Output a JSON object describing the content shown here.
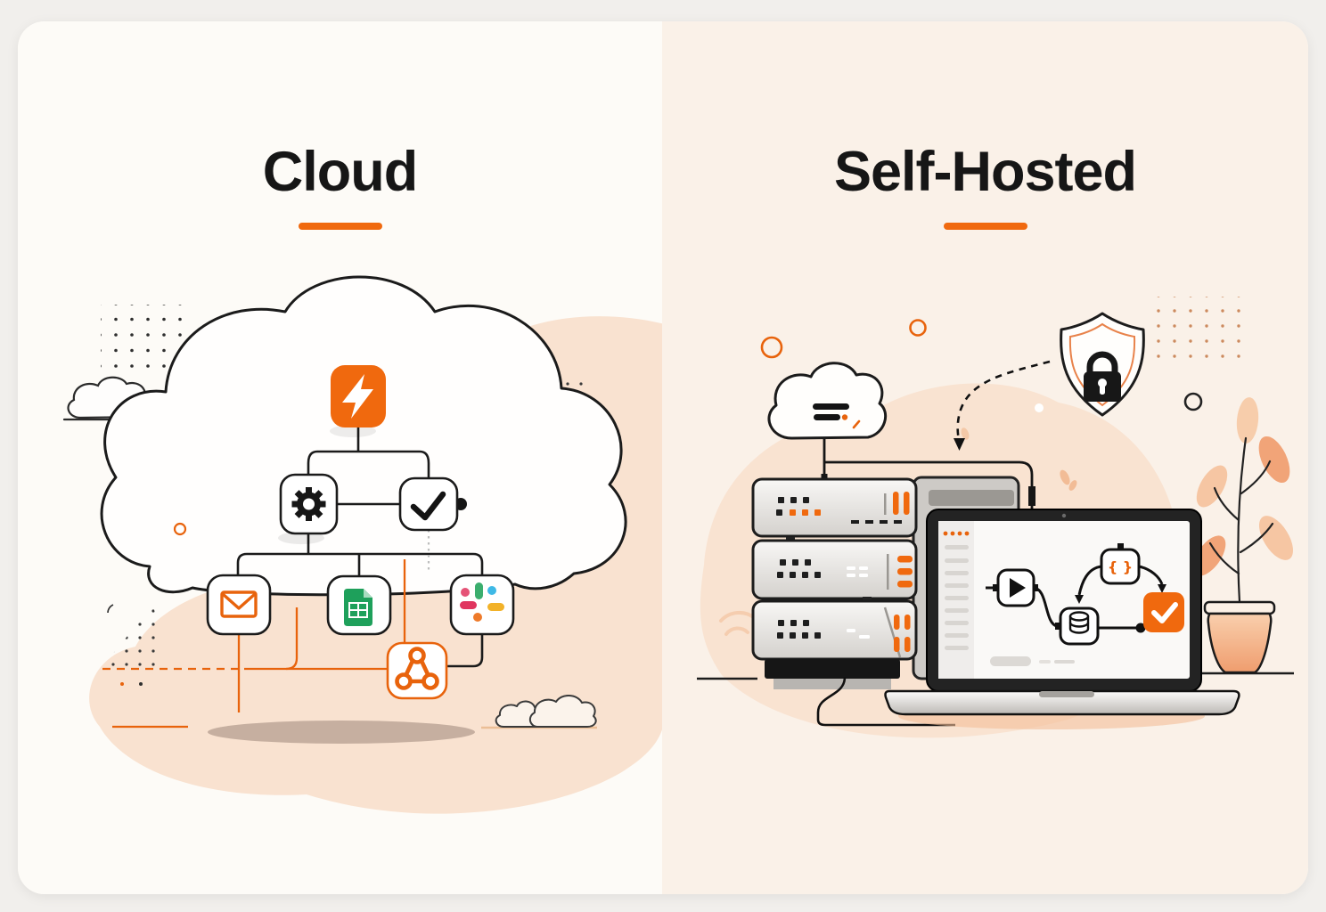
{
  "panels": {
    "left": {
      "title": "Cloud"
    },
    "right": {
      "title": "Self-Hosted"
    }
  },
  "laptop_screen": {
    "code_node_glyph": "{ }"
  },
  "workflow_cloud_nodes": [
    "trigger-lightning",
    "settings-gear",
    "approval-check",
    "email",
    "google-sheets",
    "slack",
    "webhook"
  ],
  "self_hosted_elements": [
    "private-cloud",
    "server-rack",
    "security-shield-lock",
    "laptop-workflow",
    "potted-plant"
  ],
  "icons": {
    "lightning-icon": "bolt",
    "gear-icon": "cog",
    "check-icon": "checkmark",
    "email-icon": "envelope",
    "sheets-icon": "green-spreadsheet",
    "slack-icon": "slack-pinwheel",
    "webhook-icon": "webhook-knot",
    "shield-icon": "shield-outline",
    "lock-icon": "padlock",
    "cloud-icon": "cloud-outline",
    "play-icon": "play-triangle",
    "database-icon": "db-cylinder",
    "code-icon": "curly-braces"
  },
  "colors": {
    "accent": "#F0690E",
    "ink": "#1B1B1B",
    "left_bg": "#FDFBF7",
    "right_bg": "#FAF1E8",
    "blob_peach": "#F9E2D0",
    "frame_bg": "#F1EFEC",
    "sheets_green": "#1EA05B",
    "slack_blue": "#3FB9E6",
    "slack_green": "#3BAE6E",
    "slack_yellow": "#F2B229",
    "slack_red": "#E0355F"
  }
}
